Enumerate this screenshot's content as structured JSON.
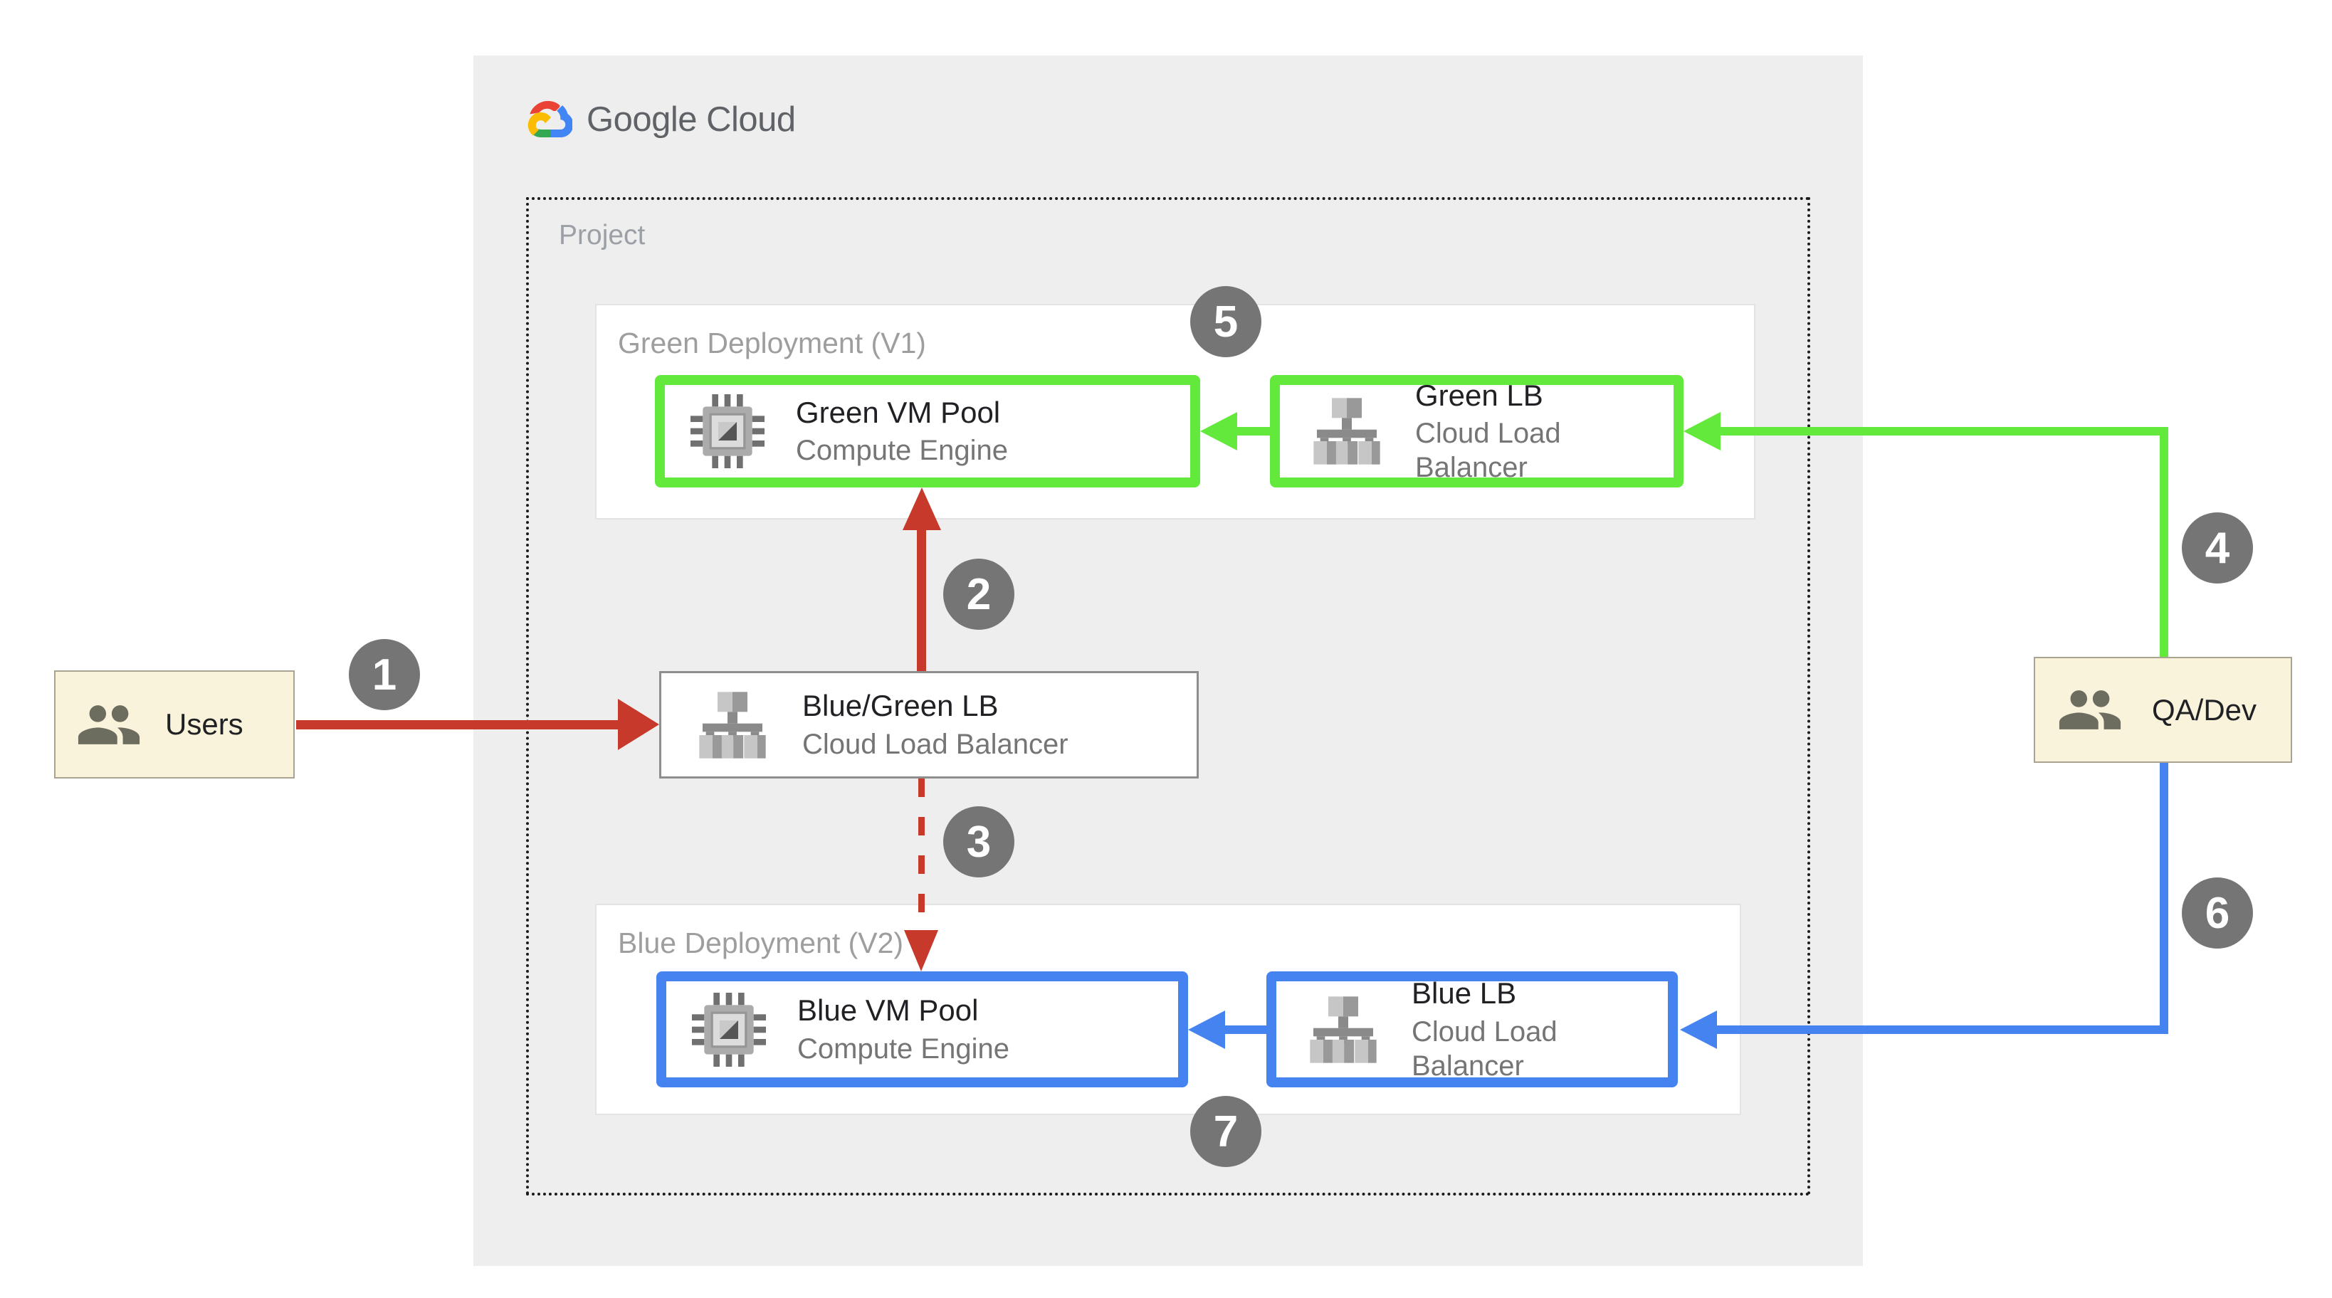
{
  "brand": {
    "name": "Google Cloud"
  },
  "project": {
    "label": "Project"
  },
  "groups": {
    "green": {
      "label": "Green Deployment (V1)"
    },
    "blue": {
      "label": "Blue Deployment (V2)"
    }
  },
  "nodes": {
    "green_vm_pool": {
      "title": "Green VM Pool",
      "subtitle": "Compute Engine",
      "icon": "compute-engine-icon"
    },
    "green_lb": {
      "title": "Green LB",
      "subtitle": "Cloud Load Balancer",
      "icon": "load-balancer-icon"
    },
    "bluegreen_lb": {
      "title": "Blue/Green LB",
      "subtitle": "Cloud Load Balancer",
      "icon": "load-balancer-icon"
    },
    "blue_vm_pool": {
      "title": "Blue VM Pool",
      "subtitle": "Compute Engine",
      "icon": "compute-engine-icon"
    },
    "blue_lb": {
      "title": "Blue LB",
      "subtitle": "Cloud Load Balancer",
      "icon": "load-balancer-icon"
    }
  },
  "actors": {
    "users": {
      "label": "Users",
      "icon": "users-icon"
    },
    "qa_dev": {
      "label": "QA/Dev",
      "icon": "users-icon"
    }
  },
  "steps": {
    "s1": "1",
    "s2": "2",
    "s3": "3",
    "s4": "4",
    "s5": "5",
    "s6": "6",
    "s7": "7"
  },
  "edges": [
    {
      "step": "1",
      "from": "users",
      "to": "bluegreen_lb",
      "color": "#C7392B",
      "style": "solid"
    },
    {
      "step": "2",
      "from": "bluegreen_lb",
      "to": "green_vm_pool",
      "color": "#C7392B",
      "style": "solid"
    },
    {
      "step": "3",
      "from": "bluegreen_lb",
      "to": "blue_vm_pool",
      "color": "#C7392B",
      "style": "dashed"
    },
    {
      "step": "4",
      "from": "qa_dev",
      "to": "green_lb",
      "color": "#63E93C",
      "style": "solid"
    },
    {
      "step": "6",
      "from": "qa_dev",
      "to": "blue_lb",
      "color": "#4584F0",
      "style": "solid"
    },
    {
      "from": "green_lb",
      "to": "green_vm_pool",
      "color": "#63E93C",
      "style": "solid"
    },
    {
      "from": "blue_lb",
      "to": "blue_vm_pool",
      "color": "#4584F0",
      "style": "solid"
    }
  ],
  "colors": {
    "panel": "#EEEEEE",
    "green_accent": "#63E93C",
    "blue_accent": "#4584F0",
    "red_accent": "#C7392B",
    "badge_gray": "#757575",
    "actor_fill": "#FAF3DC",
    "label_gray": "#9E9E9E",
    "logo_gray": "#5F6368",
    "logo_red": "#EA4335",
    "logo_blue": "#4285F4",
    "logo_green": "#34A853",
    "logo_yellow": "#FBBC05"
  }
}
